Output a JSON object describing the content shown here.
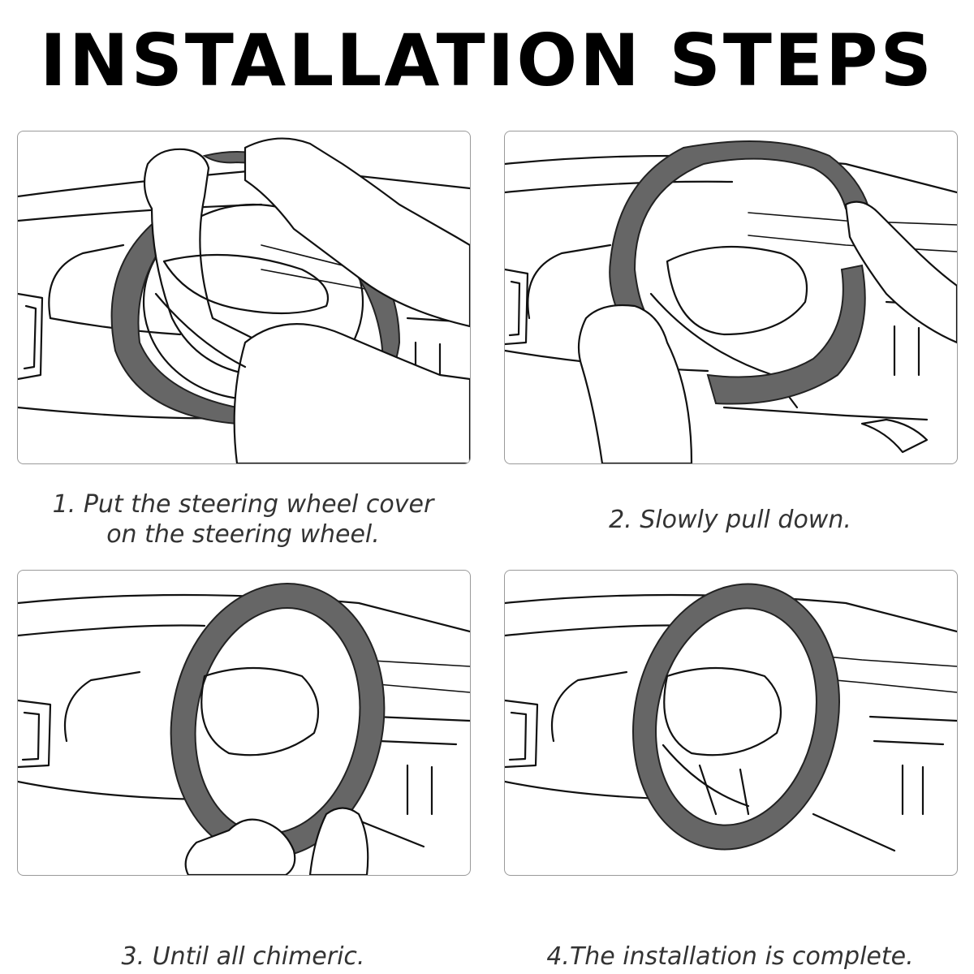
{
  "heading": "INSTALLATION STEPS",
  "steps": [
    {
      "caption_line1": "1. Put the steering wheel cover",
      "caption_line2": "on the steering wheel."
    },
    {
      "caption": "2. Slowly pull down."
    },
    {
      "caption": "3. Until all chimeric."
    },
    {
      "caption": "4.The installation is complete."
    }
  ],
  "colors": {
    "cover": "#666666",
    "line": "#111111",
    "border": "#9a9a9a"
  }
}
